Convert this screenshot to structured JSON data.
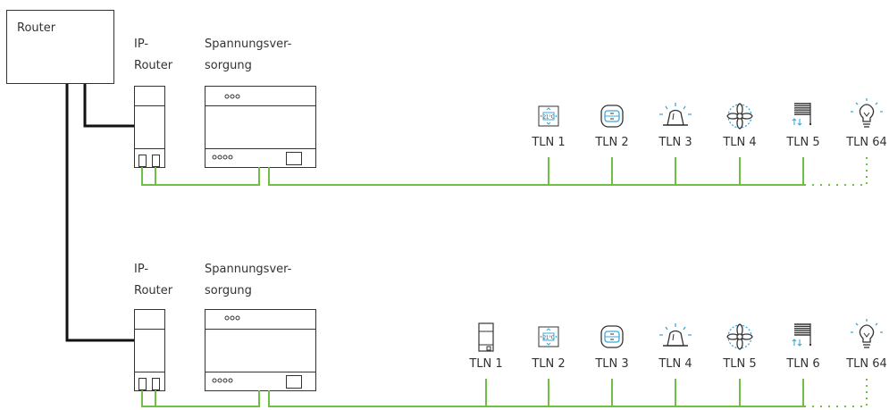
{
  "router": {
    "label": "Router"
  },
  "line1": {
    "ip_router": [
      "IP-",
      "Router"
    ],
    "power_supply": [
      "Spannungsver-",
      "sorgung"
    ],
    "participants": [
      {
        "label": "TLN 1",
        "icon": "thermostat-icon"
      },
      {
        "label": "TLN 2",
        "icon": "push-button-icon"
      },
      {
        "label": "TLN 3",
        "icon": "alarm-light-icon"
      },
      {
        "label": "TLN 4",
        "icon": "fan-icon"
      },
      {
        "label": "TLN 5",
        "icon": "blinds-icon"
      },
      {
        "label": "TLN 64",
        "icon": "light-bulb-icon"
      }
    ]
  },
  "line2": {
    "ip_router": [
      "IP-",
      "Router"
    ],
    "power_supply": [
      "Spannungsver-",
      "sorgung"
    ],
    "participants": [
      {
        "label": "TLN 1",
        "icon": "din-module-icon"
      },
      {
        "label": "TLN 2",
        "icon": "thermostat-icon"
      },
      {
        "label": "TLN 3",
        "icon": "push-button-icon"
      },
      {
        "label": "TLN 4",
        "icon": "alarm-light-icon"
      },
      {
        "label": "TLN 5",
        "icon": "fan-icon"
      },
      {
        "label": "TLN 6",
        "icon": "blinds-icon"
      },
      {
        "label": "TLN 64",
        "icon": "light-bulb-icon"
      }
    ]
  },
  "thermostat_display": "21°C",
  "colors": {
    "bus": "#6fbf44",
    "ethernet": "#111111",
    "device": "#333333",
    "accent": "#39a9dc"
  }
}
